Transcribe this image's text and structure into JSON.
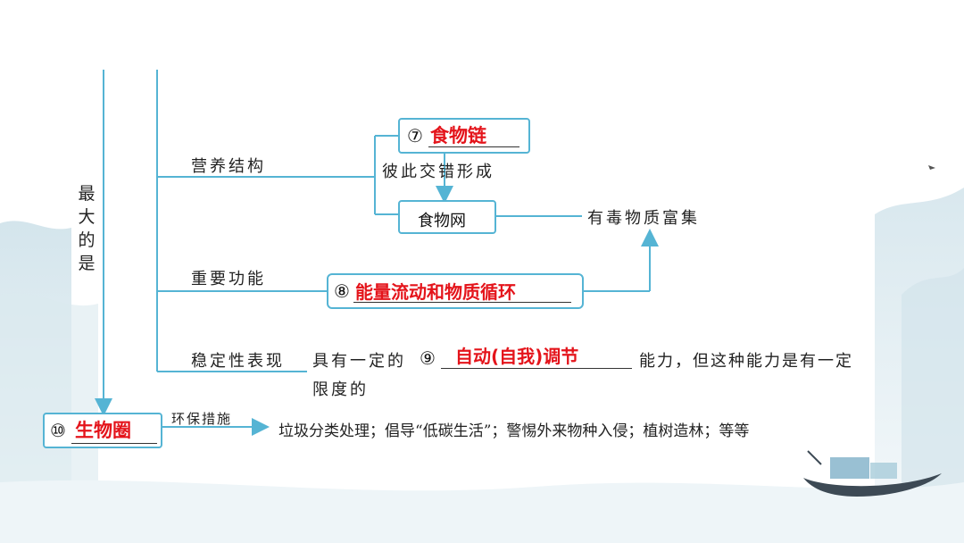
{
  "vertical_text": "最大的是",
  "branches": {
    "structure": "营养结构",
    "function": "重要功能",
    "stability": "稳定性表现"
  },
  "food_chain": {
    "num": "⑦",
    "answer": "食物链"
  },
  "interweave": "彼此交错形成",
  "food_web": "食物网",
  "toxic": "有毒物质富集",
  "function_answer": {
    "num": "⑧",
    "answer": "能量流动和物质循环"
  },
  "stability_text": {
    "prefix": "具有一定的",
    "num": "⑨",
    "answer": "自动(自我)调节",
    "suffix": "能力，但这种能力是有一定",
    "line2": "限度的"
  },
  "biosphere": {
    "num": "⑩",
    "answer": "生物圈"
  },
  "protection_label": "环保措施",
  "protection_text": "垃圾分类处理；倡导“低碳生活”；警惕外来物种入侵；植树造林；等等",
  "colors": {
    "line": "#55b4d4",
    "answer": "#e4141b",
    "box_border": "#55b4d4"
  }
}
